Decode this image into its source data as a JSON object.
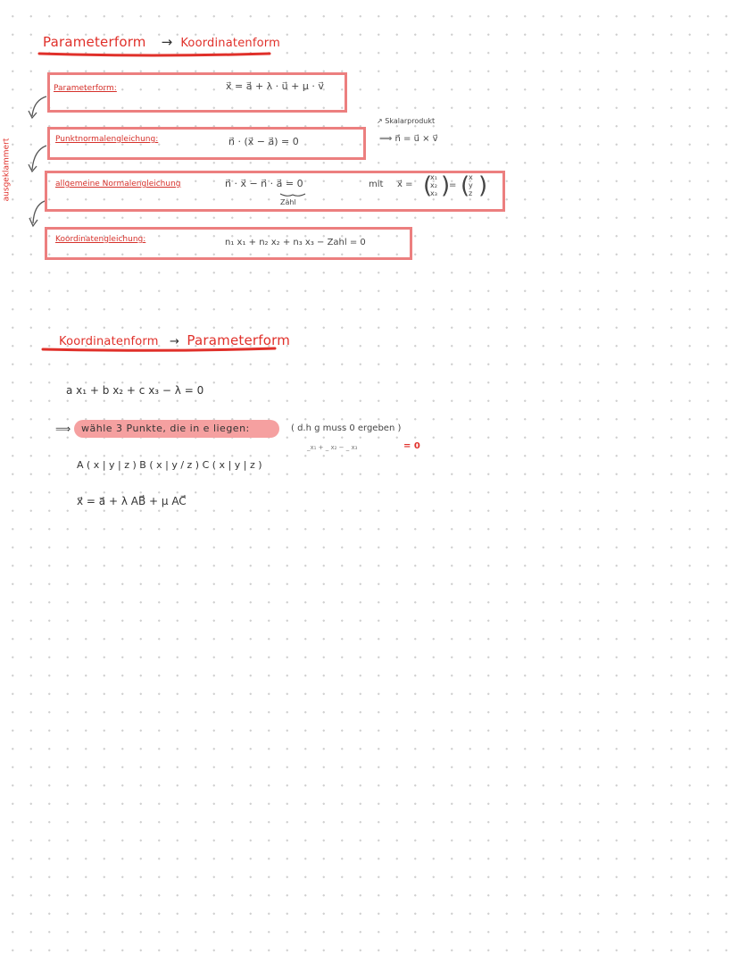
{
  "section1": {
    "title_left": "Parameterform",
    "title_arrow": "→",
    "title_right": "Koordinatenform",
    "side_label": "ausgeklammert",
    "rows": [
      {
        "label": "Parameterform:",
        "formula": "x⃗ = a⃗ + λ · u⃗ + μ · v⃗"
      },
      {
        "label": "Punktnormalengleichung:",
        "formula": "n⃗ · (x⃗ − a⃗) = 0"
      },
      {
        "label": "allgemeine Normalengleichung",
        "formula": "n⃗ · x⃗   − n⃗ · a⃗ = 0",
        "under": "Zahl"
      },
      {
        "label": "Koordinatengleichung:",
        "formula": "n₁ x₁ + n₂ x₂ + n₃ x₃ − Zahl  =  0"
      }
    ],
    "note_skalar": "↗ Skalarprodukt",
    "note_cross": "⟹ n⃗ = u⃗ × v⃗",
    "note_mit": "mit",
    "note_x": "x⃗ =",
    "vec1": [
      "x₁",
      "x₂",
      "x₃"
    ],
    "note_eq": "=",
    "vec2": [
      "x",
      "y",
      "z"
    ]
  },
  "section2": {
    "title_left": "Koordinatenform",
    "title_arrow": "→",
    "title_right": "Parameterform",
    "equation": "a x₁  +  b x₂  +  c x₃   −  λ    = 0",
    "implies": "⟹",
    "highlight": "wähle 3 Punkte, die in e liegen:",
    "note": "( d.h  g  muss  0  ergeben )",
    "subnote": "_x₁ + _ x₂ − _ x₃",
    "subnote_eq": "= 0",
    "points": "A ( x | y | z )      B ( x | y / z )   C ( x | y | z )",
    "result": "x⃗  =  a⃗ +  λ  AB⃗  +   μ  AC⃗"
  },
  "colors": {
    "accent": "#e0302a",
    "box_border": "#ec7f7f",
    "highlight": "#f5a0a0"
  }
}
